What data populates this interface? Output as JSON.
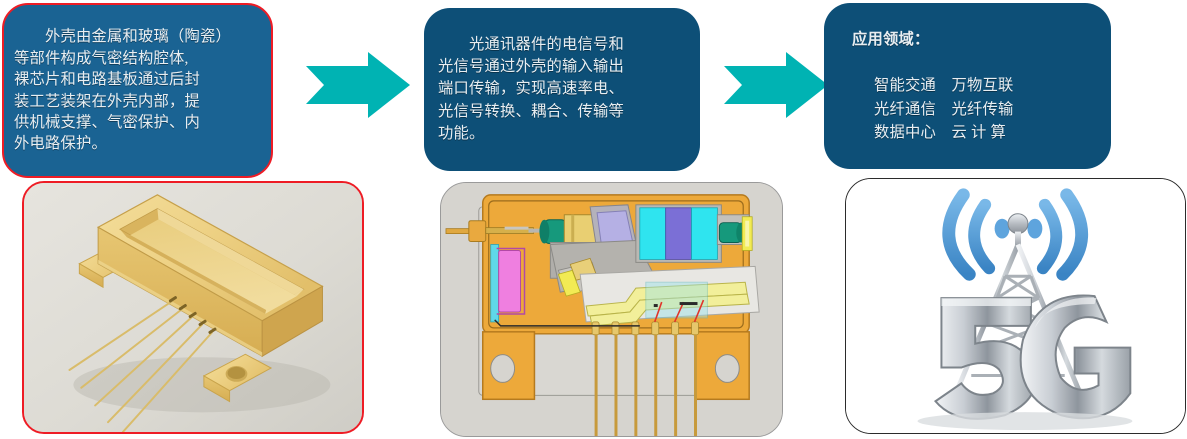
{
  "page": {
    "title": "光通讯器件外壳封装流程图",
    "background": "#ffffff"
  },
  "colors": {
    "callout_blue": "#0d4f77",
    "callout_blue_light": "#1a6393",
    "callout_text": "#e8eef2",
    "arrow_teal": "#00b3b3",
    "red_border": "#ee1c25",
    "gold": "#e8c46a",
    "orange_body": "#eda93a",
    "cyan_chip": "#2fe4ef",
    "violet_chip": "#7b6fd6",
    "pink_chip": "#ef7fe0",
    "signal_blue": "#4d9bdb",
    "metal_silver": "#c8ccd0"
  },
  "callouts": [
    {
      "id": "callout-package-structure",
      "text": "　　外壳由金属和玻璃（陶瓷）\n等部件构成气密结构腔体,\n裸芯片和电路基板通过后封\n装工艺装架在外壳内部，提\n供机械支撑、气密保护、内\n外电路保护。"
    },
    {
      "id": "callout-signal-transmission",
      "text": "　　光通讯器件的电信号和\n光信号通过外壳的输入输出\n端口传输，实现高速率电、\n光信号转换、耦合、传输等\n功能。"
    },
    {
      "id": "callout-application-fields",
      "heading": "应用领域：",
      "rows": "智能交通　万物互联\n光纤通信　光纤传输\n数据中心　云 计 算"
    }
  ],
  "arrows": [
    {
      "id": "arrow-1",
      "direction": "right",
      "color": "#00b3b3"
    },
    {
      "id": "arrow-2",
      "direction": "right",
      "color": "#00b3b3"
    }
  ],
  "photos": [
    {
      "id": "photo-gold-butterfly-housing",
      "alt": "镀金蝶形封装外壳照片",
      "border_color": "#ee1c25"
    },
    {
      "id": "photo-package-cutaway-diagram",
      "alt": "光器件封装内部结构剖视图",
      "border_color": "#9a9a9a"
    },
    {
      "id": "photo-5g-tower",
      "alt": "5G 通信基站铁塔图示",
      "label": "5G",
      "border_color": "#2b2b2b"
    }
  ]
}
